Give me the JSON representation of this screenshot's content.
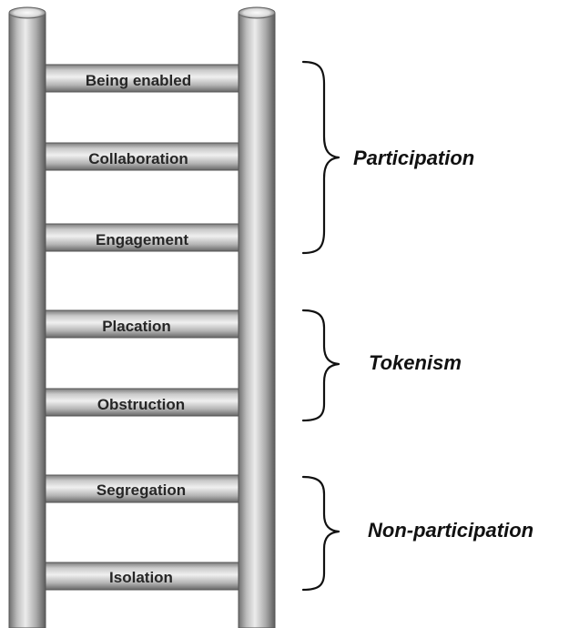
{
  "ladder": {
    "rungs": [
      {
        "label": "Being enabled"
      },
      {
        "label": "Collaboration"
      },
      {
        "label": "Engagement"
      },
      {
        "label": "Placation"
      },
      {
        "label": "Obstruction"
      },
      {
        "label": "Segregation"
      },
      {
        "label": "Isolation"
      }
    ]
  },
  "groups": [
    {
      "label": "Participation"
    },
    {
      "label": "Tokenism"
    },
    {
      "label": "Non-participation"
    }
  ]
}
